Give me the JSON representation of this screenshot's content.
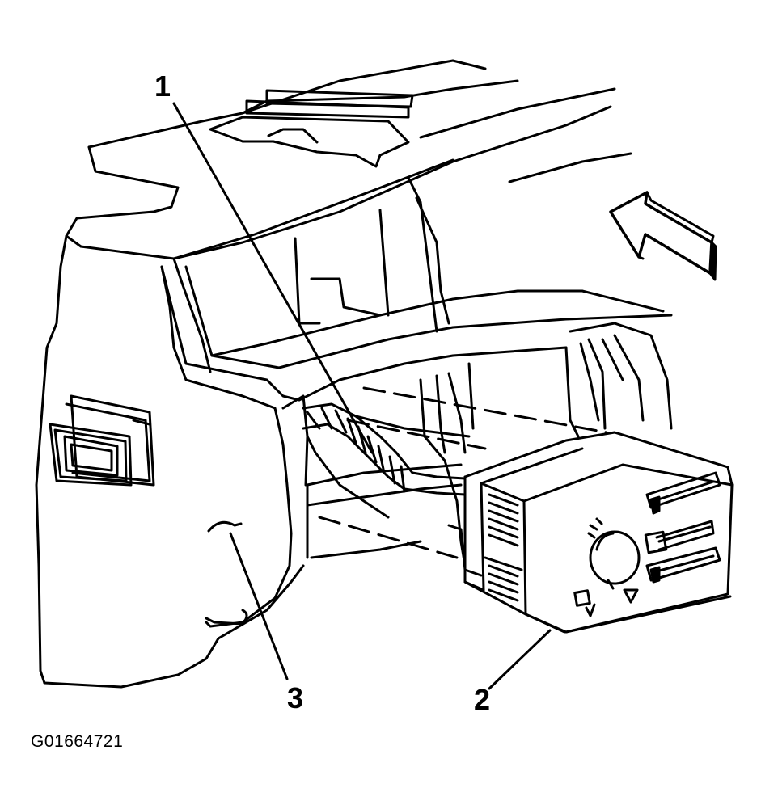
{
  "callouts": {
    "one": "1",
    "two": "2",
    "three": "3"
  },
  "figure_id": "G01664721",
  "icons": {
    "direction_arrow": "view-direction-arrow-icon"
  }
}
